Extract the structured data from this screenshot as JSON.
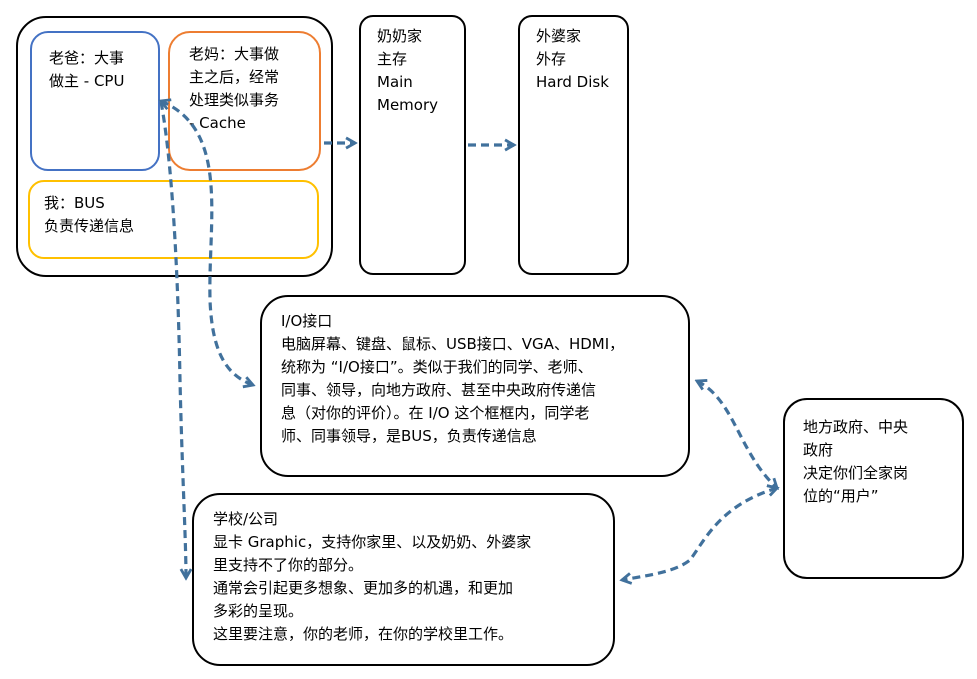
{
  "family": {
    "dad": "老爸：大事\n做主 - CPU",
    "mom": "老妈：大事做\n主之后，经常\n处理类似事务\n- Cache",
    "me": "我：BUS\n负责传递信息"
  },
  "grandma": "奶奶家\n主存\nMain\nMemory",
  "maternal_grandma": "外婆家\n外存\nHard Disk",
  "io": "I/O接口\n电脑屏幕、键盘、鼠标、USB接口、VGA、HDMI，\n统称为 “I/O接口”。类似于我们的同学、老师、\n同事、领导，向地方政府、甚至中央政府传递信\n息（对你的评价）。在 I/O 这个框框内，同学老\n师、同事领导，是BUS，负责传递信息",
  "government": "地方政府、中央\n政府\n决定你们全家岗\n位的“用户”",
  "school": "学校/公司\n显卡 Graphic，支持你家里、以及奶奶、外婆家\n里支持不了你的部分。\n通常会引起更多想象、更加多的机遇，和更加\n多彩的呈现。\n这里要注意，你的老师，在你的学校里工作。",
  "colors": {
    "arrow": "#41719C",
    "dad_border": "#4472C4",
    "mom_border": "#ED7D31",
    "me_border": "#FFC000",
    "box_border": "#000000"
  }
}
